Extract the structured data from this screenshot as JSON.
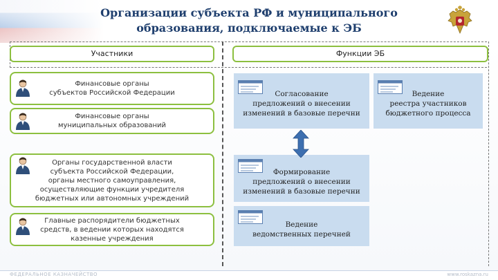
{
  "title": {
    "line1": "Организации субъекта РФ и муниципального",
    "line2": "образования, подключаемые к ЭБ"
  },
  "columns": {
    "left_header": "Участники",
    "right_header": "Функции ЭБ"
  },
  "participants": [
    {
      "lines": [
        "Финансовые органы",
        "субъектов Российской Федерации"
      ]
    },
    {
      "lines": [
        "Финансовые органы",
        "муниципальных образований"
      ]
    },
    {
      "lines": [
        "Органы государственной власти",
        "субъекта Российской Федерации,",
        "органы местного самоуправления,",
        "осуществляющие функции учредителя",
        "бюджетных или автономных учреждений"
      ]
    },
    {
      "lines": [
        "Главные распорядители бюджетных",
        "средств, в ведении которых находятся",
        "казенные учреждения"
      ]
    }
  ],
  "functions": [
    {
      "lines": [
        "Согласование",
        "предложений о внесении",
        "изменений в базовые перечни"
      ]
    },
    {
      "lines": [
        "Ведение",
        "реестра участников",
        "бюджетного процесса"
      ]
    },
    {
      "lines": [
        "Формирование",
        "предложений о внесении",
        "изменений в базовые перечни"
      ]
    },
    {
      "lines": [
        "Ведение",
        "ведомственных перечней"
      ]
    }
  ],
  "footer": {
    "left": "ФЕДЕРАЛЬНОЕ КАЗНАЧЕЙСТВО",
    "right": "www.roskazna.ru"
  },
  "colors": {
    "title": "#1f3f6e",
    "box_border": "#8cbf3f",
    "function_fill": "#c9dcef",
    "arrow": "#3d6fb0"
  },
  "icons": [
    "person-icon",
    "document-icon",
    "double-arrow-icon",
    "emblem-icon"
  ]
}
